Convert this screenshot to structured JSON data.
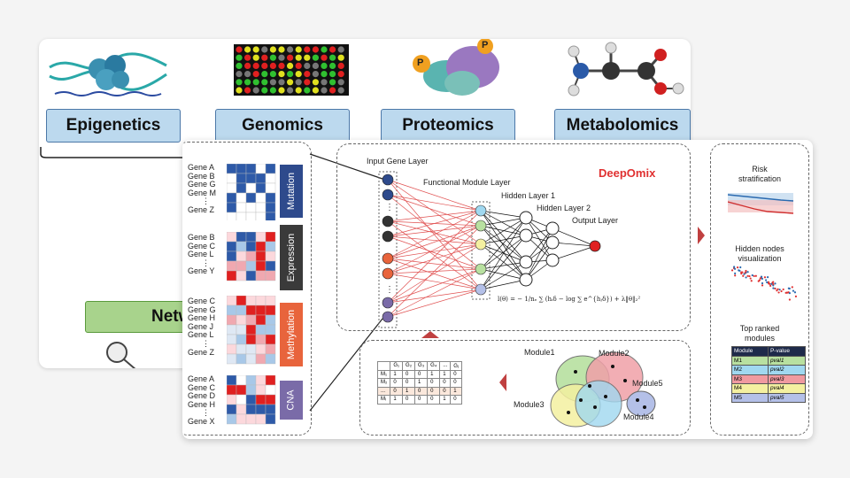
{
  "omics": [
    "Epigenetics",
    "Genomics",
    "Proteomics",
    "Metabolomics"
  ],
  "network_label": "Netw",
  "groups": [
    {
      "genes": [
        "Gene A",
        "Gene B",
        "Gene G",
        "Gene M",
        "⋮",
        "Gene Z"
      ],
      "label": "Mutation",
      "color": "#2e4a8c"
    },
    {
      "genes": [
        "Gene B",
        "Gene C",
        "Gene L",
        "⋮",
        "Gene Y"
      ],
      "label": "Expression",
      "color": "#3a3a3a"
    },
    {
      "genes": [
        "Gene C",
        "Gene G",
        "Gene H",
        "Gene J",
        "Gene L",
        "⋮",
        "Gene Z"
      ],
      "label": "Methylation",
      "color": "#e8643c"
    },
    {
      "genes": [
        "Gene A",
        "Gene C",
        "Gene D",
        "Gene H",
        "⋮",
        "Gene X"
      ],
      "label": "CNA",
      "color": "#7a6ba8"
    }
  ],
  "network": {
    "brand": "DeepOmix",
    "input_layer": "Input Gene Layer",
    "functional_layer": "Functional Module Layer",
    "hidden1": "Hidden Layer 1",
    "hidden2": "Hidden Layer 2",
    "output_layer": "Output Layer",
    "formula": "l(θ) = − 1/nₑ ∑ (hᵢδ − log ∑ e^{hⱼδ}) + λ‖θ‖₂²"
  },
  "modules": [
    "Module1",
    "Module2",
    "Module3",
    "Module4",
    "Module5"
  ],
  "module_matrix": {
    "headers": [
      "",
      "G₁",
      "G₂",
      "G₃",
      "G₄",
      "...",
      "Gⱼ"
    ],
    "rows": [
      [
        "M₁",
        "1",
        "0",
        "0",
        "1",
        "1",
        "0"
      ],
      [
        "M₂",
        "0",
        "0",
        "1",
        "0",
        "0",
        "0"
      ],
      [
        "...",
        "0",
        "1",
        "0",
        "0",
        "0",
        "1"
      ],
      [
        "Mᵢ",
        "1",
        "0",
        "0",
        "0",
        "1",
        "0"
      ]
    ]
  },
  "right_panel": {
    "risk_title": "Risk stratification",
    "hidden_title": "Hidden nodes visualization",
    "top_title": "Top ranked modules",
    "table_headers": [
      "Module",
      "P-value"
    ],
    "table_rows": [
      {
        "module": "M1",
        "pvalue": "pval1",
        "color": "#b8e0a0"
      },
      {
        "module": "M2",
        "pvalue": "pval2",
        "color": "#a0d8f0"
      },
      {
        "module": "M3",
        "pvalue": "pval3",
        "color": "#f09aa0"
      },
      {
        "module": "M4",
        "pvalue": "pval4",
        "color": "#f4f0a0"
      },
      {
        "module": "M5",
        "pvalue": "pval5",
        "color": "#b4c0e8"
      }
    ]
  }
}
